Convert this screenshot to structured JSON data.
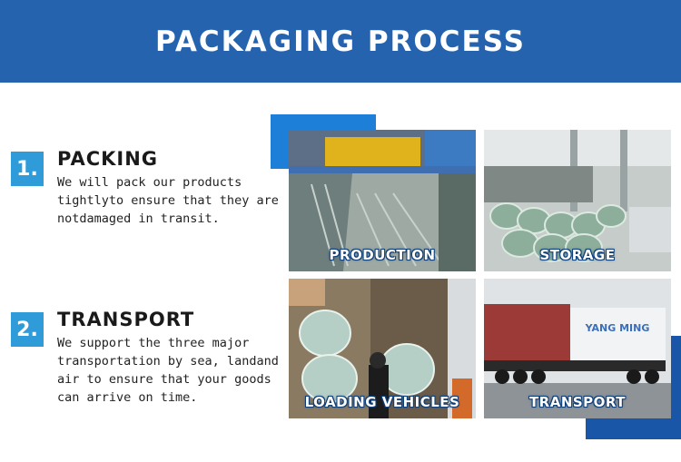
{
  "header": {
    "title": "PACKAGING PROCESS"
  },
  "steps": [
    {
      "number": "1.",
      "title": "PACKING",
      "lines": [
        "We will pack our products",
        "tightlyto ensure that they are",
        "notdamaged in transit."
      ]
    },
    {
      "number": "2.",
      "title": "TRANSPORT",
      "lines": [
        "We support the three major",
        "transportation by sea, landand",
        "air to ensure that your goods",
        "can arrive on time."
      ]
    }
  ],
  "photos": [
    {
      "label": "PRODUCTION"
    },
    {
      "label": "STORAGE"
    },
    {
      "label": "LOADING VEHICLES"
    },
    {
      "label": "TRANSPORT"
    }
  ],
  "container_brand": "YANG MING",
  "colors": {
    "header_bg": "#2563ae",
    "badge": "#2f9bd8",
    "accent_dark": "#1a56a8",
    "accent_light": "#1e7fd8"
  }
}
